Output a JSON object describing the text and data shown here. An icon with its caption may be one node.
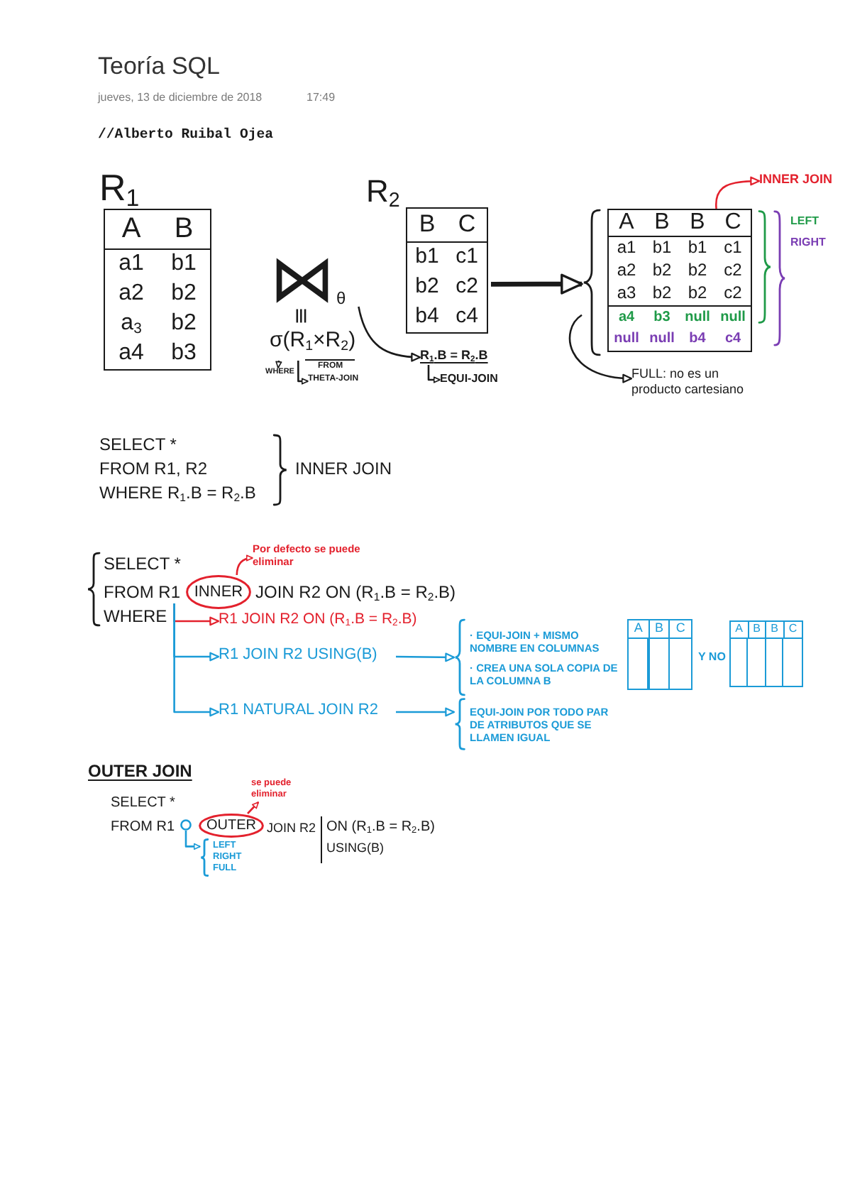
{
  "diagram": {
    "title": "Teoría SQL",
    "nodes": [
      {
        "text": [
          "R$_{1}$",
          "A",
          "B",
          "a1",
          "b1",
          "a2",
          "b2",
          "a$_{3}$",
          "b2",
          "a4",
          "b3"
        ]
      },
      {
        "text": [
          "⋈",
          "θ"
        ]
      },
      {
        "text": [
          "R$_{2}$",
          "B",
          "C",
          "b1",
          "c1",
          "b2",
          "c2",
          "b4",
          "c4"
        ]
      },
      {
        "text": [
          "R$_{1}$.B = R$_{2}$.B"
        ]
      },
      {
        "text": [
          "EQUI-JOIN"
        ]
      },
      {
        "text": [
          "σ(R$_{1}$×R$_{2}$)"
        ],
        "beside": [
          "FROM"
        ]
      },
      {
        "text": [
          "WHERE"
        ]
      },
      {
        "text": [
          "THETA-JOIN"
        ]
      },
      {
        "text": [
          "A",
          "B",
          "B",
          "C",
          "a1",
          "b1",
          "b1",
          "c1",
          "a2",
          "b2",
          "b2",
          "c2",
          "a3",
          "b2",
          "b2",
          "c2",
          "a4",
          "b3",
          "null",
          "null",
          "null",
          "null",
          "b4",
          "c4"
        ]
      },
      {
        "text": [
          "INNER JOIN"
        ]
      },
      {
        "text": [
          "FULL: no es un producto cartesiano"
        ]
      },
      {
        "text": [
          "FROM R1"
        ]
      },
      {
        "text": [
          "INNER"
        ]
      },
      {
        "text": [
          "Por defecto se puede eliminar"
        ]
      },
      {
        "text": [
          "R1 JOIN R2 ON (R$_{1}$.B = R$_{2}$.B)"
        ]
      },
      {
        "text": [
          "R1 JOIN R2 USING(B)"
        ]
      },
      {
        "text": [
          "· EQUI-JOIN + MISMO NOMBRE EN COLUMNAS",
          "· CREA UNA SOLA COPIA DE LA COLUMNA B"
        ]
      },
      {
        "text": [
          "A",
          "B",
          "C"
        ]
      },
      {
        "text": [
          "A",
          "B",
          "B",
          "C"
        ]
      },
      {
        "text": [
          "R1 NATURAL JOIN R2"
        ]
      },
      {
        "text": [
          "EQUI-JOIN POR TODO PAR DE ATRIBUTOS QUE SE LLAMEN IGUAL"
        ]
      },
      {
        "text": [],
        "shape": "circle"
      },
      {
        "text": [
          "OUTER"
        ]
      },
      {
        "text": [
          "se puede eliminar"
        ]
      },
      {
        "text": [
          "LEFT",
          "RIGHT",
          "FULL"
        ]
      }
    ],
    "edges": [
      {
        "from": 2,
        "to": 8,
        "arrow": "to",
        "style": "thick"
      },
      {
        "from": 1,
        "to": 3,
        "arrow": "to"
      },
      {
        "from": 3,
        "to": 4,
        "arrow": "to"
      },
      {
        "from": 5,
        "to": 6,
        "arrow": "to"
      },
      {
        "from": 5,
        "to": 7,
        "arrow": "to"
      },
      {
        "from": 8,
        "to": 9,
        "arrow": "to",
        "color": "#e3212d"
      },
      {
        "from": 8,
        "to": 10,
        "arrow": "to"
      },
      {
        "from": 12,
        "to": 13,
        "arrow": "to",
        "color": "#e3212d"
      },
      {
        "from": 11,
        "to": 14,
        "arrow": "to",
        "color": "#e3212d"
      },
      {
        "from": 11,
        "to": 15,
        "arrow": "to",
        "color": "#1b9bd7"
      },
      {
        "from": 11,
        "to": 19,
        "arrow": "to",
        "color": "#1b9bd7"
      },
      {
        "from": 15,
        "to": 16,
        "arrow": "to",
        "color": "#1b9bd7"
      },
      {
        "from": 19,
        "to": 20,
        "arrow": "to",
        "color": "#1b9bd7"
      },
      {
        "from": 22,
        "to": 23,
        "arrow": "to",
        "color": "#e3212d"
      },
      {
        "from": 21,
        "to": 24,
        "arrow": "to",
        "color": "#1b9bd7"
      }
    ],
    "labels": [
      "jueves, 13 de diciembre de 2018",
      "17:49",
      "//Alberto Ruibal Ojea",
      "|||",
      "LEFT",
      "RIGHT",
      "SELECT *",
      "FROM R1, R2",
      "WHERE R$_{1}$.B = R$_{2}$.B",
      "INNER JOIN",
      "SELECT *",
      "JOIN R2 ON (R$_{1}$.B = R$_{2}$.B)",
      "WHERE",
      "Y NO",
      "OUTER JOIN",
      "SELECT *",
      "FROM R1",
      "JOIN R2",
      "ON (R$_{1}$.B = R$_{2}$.B)",
      "USING(B)"
    ]
  }
}
